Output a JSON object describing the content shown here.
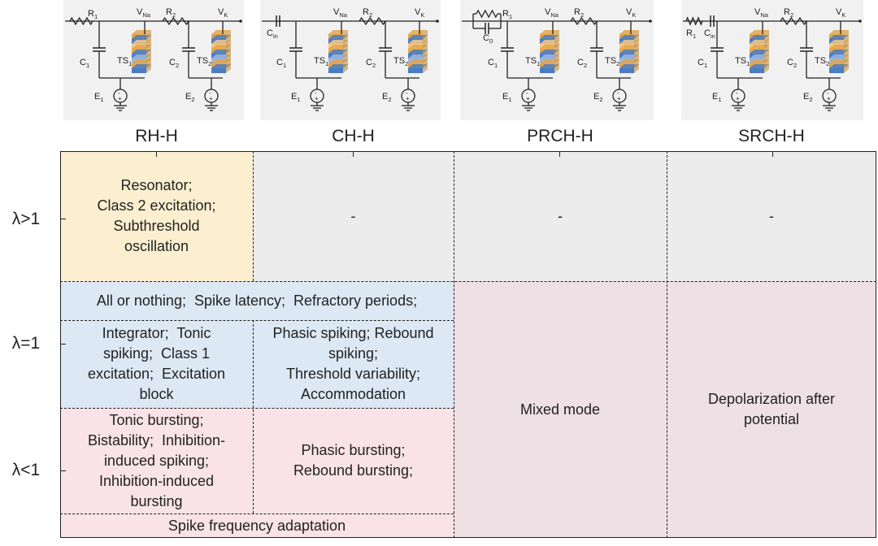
{
  "columns": [
    {
      "label": "RH-H",
      "circuit": {
        "r_input": "R1",
        "r_input_sub": "1",
        "c_input": "",
        "c_input_sub": "",
        "c_parallel": "",
        "c_parallel_sub": "",
        "c1": "C",
        "c1_sub": "1",
        "ts1": "TS",
        "ts1_sub": "1",
        "r2": "R",
        "r2_sub": "2",
        "c2": "C",
        "c2_sub": "2",
        "ts2": "TS",
        "ts2_sub": "2",
        "vna": "V",
        "vna_sub": "Na",
        "vk": "V",
        "vk_sub": "K",
        "e1": "E",
        "e1_sub": "1",
        "e2": "E",
        "e2_sub": "2"
      }
    },
    {
      "label": "CH-H",
      "circuit": {
        "r_input": "",
        "r_input_sub": "",
        "c_input": "C",
        "c_input_sub": "in",
        "c_parallel": "",
        "c_parallel_sub": "",
        "c1": "C",
        "c1_sub": "1",
        "ts1": "TS",
        "ts1_sub": "1",
        "r2": "R",
        "r2_sub": "2",
        "c2": "C",
        "c2_sub": "2",
        "ts2": "TS",
        "ts2_sub": "2",
        "vna": "V",
        "vna_sub": "Na",
        "vk": "V",
        "vk_sub": "K",
        "e1": "E",
        "e1_sub": "1",
        "e2": "E",
        "e2_sub": "2"
      }
    },
    {
      "label": "PRCH-H",
      "circuit": {
        "r_input": "R",
        "r_input_sub": "1",
        "c_input": "",
        "c_input_sub": "",
        "c_parallel": "C",
        "c_parallel_sub": "0",
        "c1": "C",
        "c1_sub": "1",
        "ts1": "TS",
        "ts1_sub": "1",
        "r2": "R",
        "r2_sub": "2",
        "c2": "C",
        "c2_sub": "2",
        "ts2": "TS",
        "ts2_sub": "2",
        "vna": "V",
        "vna_sub": "Na",
        "vk": "V",
        "vk_sub": "K",
        "e1": "E",
        "e1_sub": "1",
        "e2": "E",
        "e2_sub": "2"
      }
    },
    {
      "label": "SRCH-H",
      "circuit": {
        "r_input": "R",
        "r_input_sub": "1",
        "c_input": "C",
        "c_input_sub": "in",
        "c_parallel": "",
        "c_parallel_sub": "",
        "c1": "C",
        "c1_sub": "1",
        "ts1": "TS",
        "ts1_sub": "1",
        "r2": "R",
        "r2_sub": "2",
        "c2": "C",
        "c2_sub": "2",
        "ts2": "TS",
        "ts2_sub": "2",
        "vna": "V",
        "vna_sub": "Na",
        "vk": "V",
        "vk_sub": "K",
        "e1": "E",
        "e1_sub": "1",
        "e2": "E",
        "e2_sub": "2"
      }
    }
  ],
  "rows": [
    {
      "label": "λ>1"
    },
    {
      "label": "λ=1"
    },
    {
      "label": "λ<1"
    }
  ],
  "cells": {
    "rh_gt1": [
      "Resonator;",
      "Class 2 excitation;",
      "Subthreshold",
      "oscillation"
    ],
    "ch_gt1": "-",
    "prch_gt1": "-",
    "srch_gt1": "-",
    "shared_eq1": "All or nothing;  Spike latency;  Refractory periods;",
    "rh_eq1": [
      "Integrator;  Tonic",
      "spiking;  Class 1",
      "excitation;  Excitation",
      "block"
    ],
    "ch_eq1": [
      "Phasic spiking; Rebound",
      "spiking;",
      "Threshold variability;",
      "Accommodation"
    ],
    "rh_lt1": [
      "Tonic bursting;",
      "Bistability;  Inhibition-",
      "induced spiking;",
      "Inhibition-induced",
      "bursting"
    ],
    "ch_lt1": [
      "Phasic bursting;",
      "Rebound bursting;"
    ],
    "shared_lt1": "Spike frequency adaptation",
    "prch_mixed": "Mixed mode",
    "srch_mixed": [
      "Depolarization after",
      "potential"
    ]
  },
  "colors": {
    "resonator": "#fcefcf",
    "none": "#ececec",
    "eq1": "#dce8f4",
    "lt1": "#f9e3e6",
    "mixed": "#eee0e4",
    "membrane_blue": "#4a7cc4",
    "membrane_orange": "#e3a64b"
  }
}
